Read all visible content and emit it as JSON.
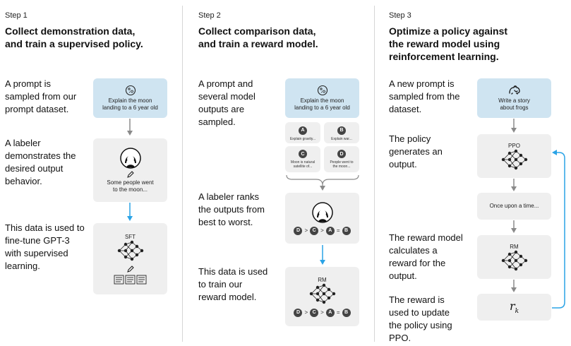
{
  "steps": [
    {
      "label": "Step 1",
      "heading": [
        "Collect demonstration data,",
        "and train a supervised policy."
      ],
      "descriptions": [
        "A prompt is sampled from our prompt dataset.",
        "A labeler demonstrates the desired output behavior.",
        "This data is used to fine-tune GPT-3 with supervised learning."
      ],
      "prompt_text": "Explain the moon\nlanding to a 6 year old",
      "demo_text": "Some people went\nto the moon...",
      "model_label": "SFT"
    },
    {
      "label": "Step 2",
      "heading": [
        "Collect comparison data,",
        "and train a reward model."
      ],
      "descriptions": [
        "A prompt and several model outputs are sampled.",
        "A labeler ranks the outputs from best to worst.",
        "This data is used to train our reward model."
      ],
      "prompt_text": "Explain the moon\nlanding to a 6 year old",
      "outputs": [
        {
          "letter": "A",
          "text": "Explain gravity..."
        },
        {
          "letter": "B",
          "text": "Explain war..."
        },
        {
          "letter": "C",
          "text": "Moon is natural\nsatellite of..."
        },
        {
          "letter": "D",
          "text": "People went to\nthe moon..."
        }
      ],
      "ranking": [
        "D",
        ">",
        "C",
        ">",
        "A",
        "=",
        "B"
      ],
      "model_label": "RM"
    },
    {
      "label": "Step 3",
      "heading": [
        "Optimize a policy against",
        "the reward model using",
        "reinforcement learning."
      ],
      "descriptions": [
        "A new prompt is sampled from the dataset.",
        "The policy generates an output.",
        "The reward model calculates a reward for the output.",
        "The reward is used to update the policy using PPO."
      ],
      "prompt_text": "Write a story\nabout frogs",
      "policy_label": "PPO",
      "output_text": "Once upon a time...",
      "model_label": "RM",
      "reward_symbol": "r",
      "reward_subscript": "k"
    }
  ],
  "colors": {
    "prompt_card": "#cfe4f1",
    "card": "#efefef",
    "accent_arrow": "#2aa3e6",
    "gray_arrow": "#8a8a8a",
    "badge": "#444444"
  },
  "icons": [
    "moon-icon",
    "labeler-avatar-icon",
    "pencil-icon",
    "neural-network-icon",
    "document-icon",
    "frog-icon"
  ]
}
